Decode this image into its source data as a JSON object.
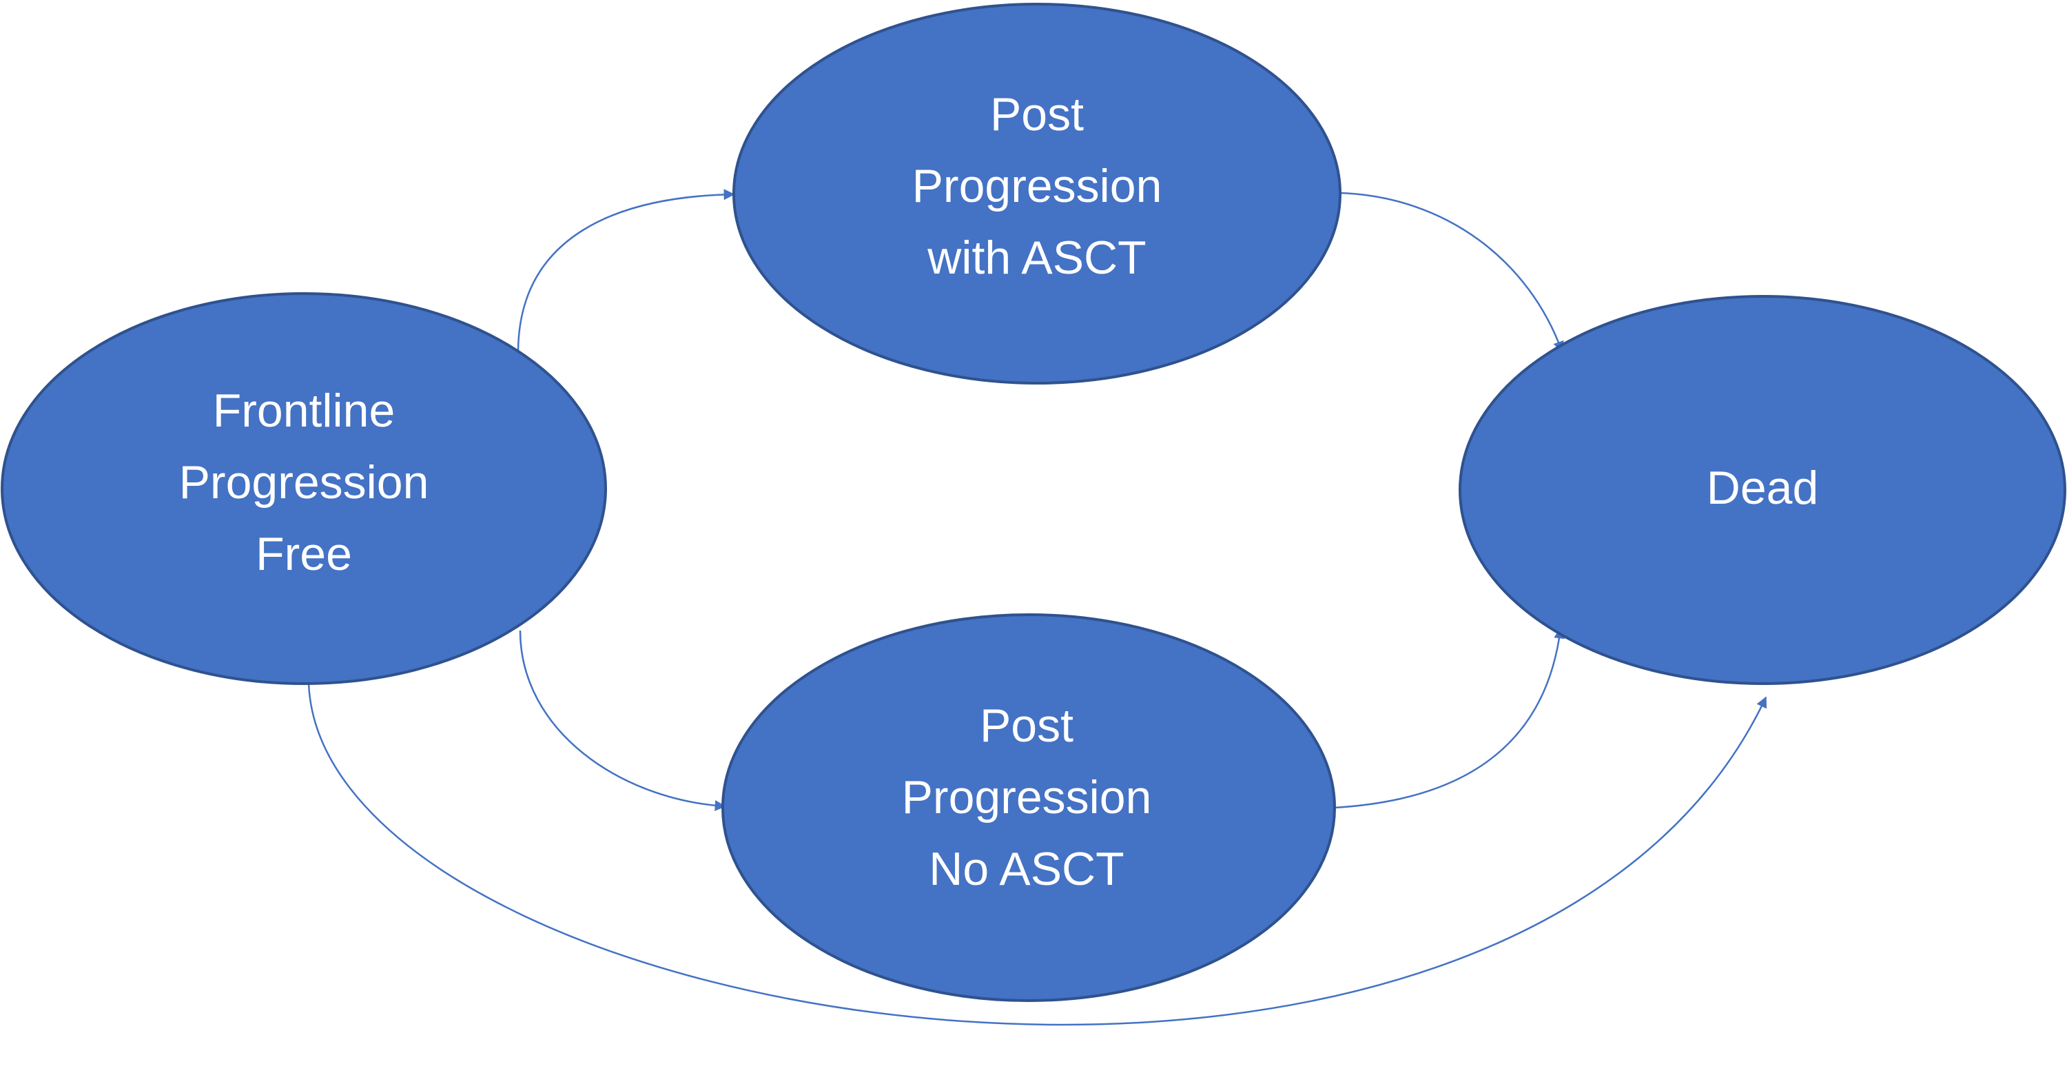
{
  "colors": {
    "node_fill": "#4472c4",
    "node_stroke": "#2f528f",
    "arrow": "#4472c4",
    "text": "#ffffff"
  },
  "states": {
    "frontline_pf": [
      "Frontline",
      "Progression",
      "Free"
    ],
    "post_progression_asct": [
      "Post",
      "Progression",
      "with ASCT"
    ],
    "post_progression_no_asct": [
      "Post",
      "Progression",
      "No ASCT"
    ],
    "dead": [
      "Dead"
    ]
  },
  "transitions": [
    {
      "from": "frontline_pf",
      "to": "post_progression_asct"
    },
    {
      "from": "frontline_pf",
      "to": "post_progression_no_asct"
    },
    {
      "from": "frontline_pf",
      "to": "dead"
    },
    {
      "from": "post_progression_asct",
      "to": "dead"
    },
    {
      "from": "post_progression_no_asct",
      "to": "dead"
    }
  ]
}
